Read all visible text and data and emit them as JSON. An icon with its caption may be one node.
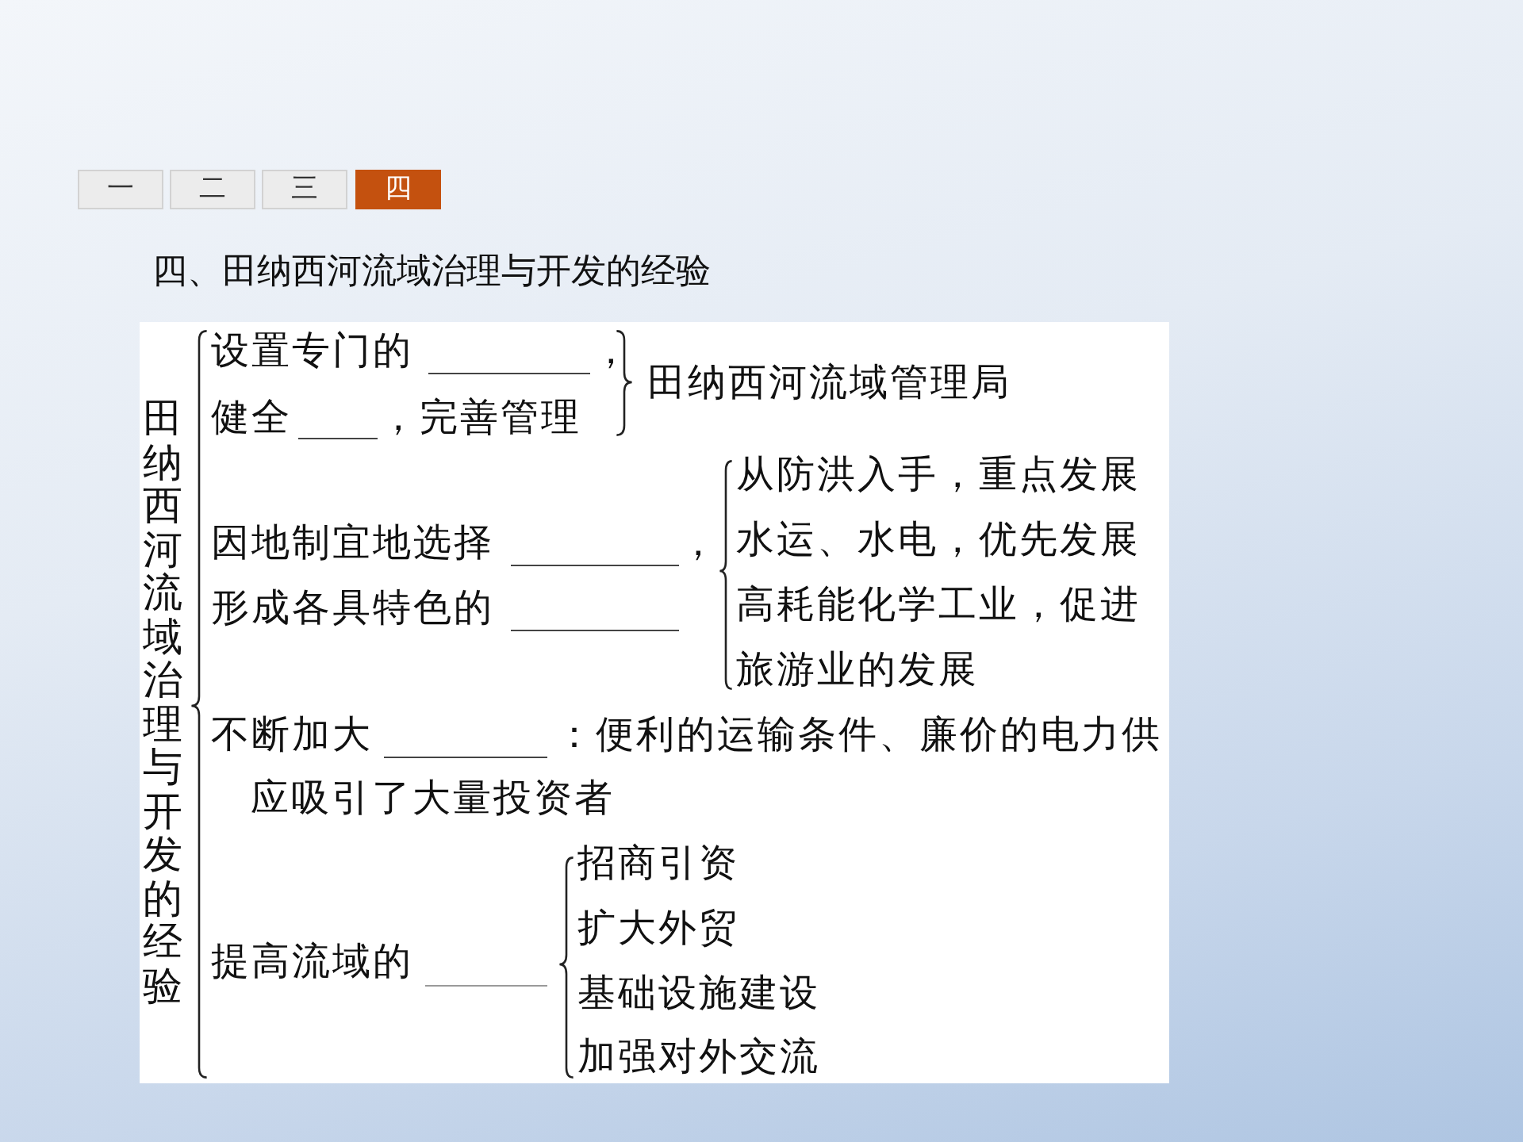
{
  "diagram": {
    "title": "四、田纳西河流域治理与开发的经验",
    "nodes": [
      {
        "text": [
          "一"
        ]
      },
      {
        "text": [
          "二"
        ]
      },
      {
        "text": [
          "三"
        ]
      },
      {
        "text": [
          "四"
        ]
      },
      {
        "text": [
          "田纳西河流域治理与开发的经验",
          "设置专门的",
          "，",
          "健全",
          "，完善管理",
          "田纳西河流域管理局",
          "因地制宜地选择",
          "，",
          "形成各具特色的",
          "从防洪入手，重点发展水运、水电，优先发展高耗能化学工业，促进旅游业的发展",
          "不断加大",
          "：便利的运输条件、廉价的电力供",
          "应吸引了大量投资者",
          "提高流域的",
          "招商引资",
          "扩大外贸",
          "基础设施建设",
          "加强对外交流"
        ]
      }
    ]
  }
}
